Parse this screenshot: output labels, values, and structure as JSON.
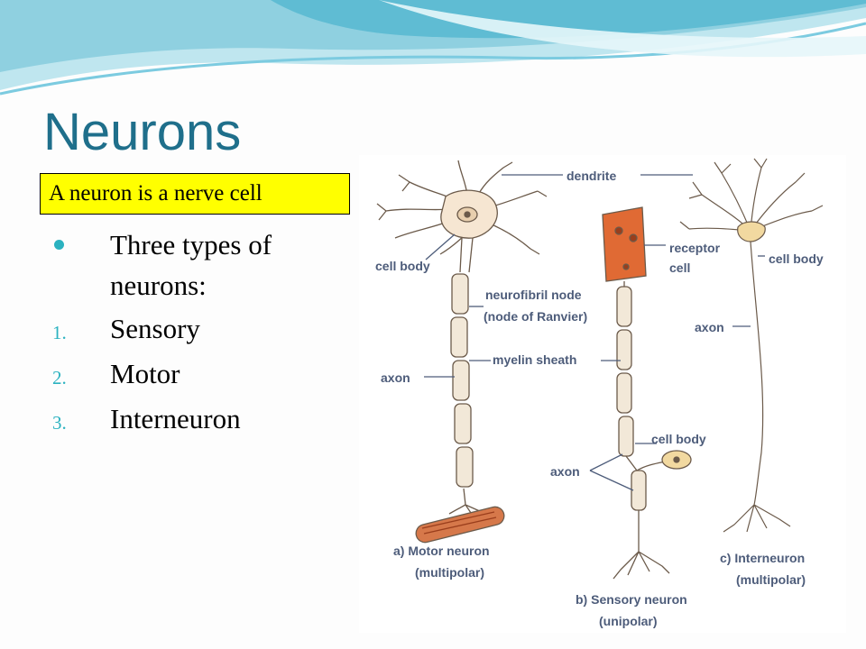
{
  "title": "Neurons",
  "subtitle": "A neuron is a nerve cell",
  "bullet": {
    "line1": "Three types of",
    "line2": "neurons:"
  },
  "list": [
    {
      "num": "1.",
      "label": "Sensory"
    },
    {
      "num": "2.",
      "label": "Motor"
    },
    {
      "num": "3.",
      "label": "Interneuron"
    }
  ],
  "diagram": {
    "labels": {
      "dendrite": "dendrite",
      "cell_body_left": "cell body",
      "receptor_1": "receptor",
      "receptor_2": "cell",
      "cell_body_right": "cell body",
      "node_1": "neurofibril node",
      "node_2": "(node of Ranvier)",
      "axon_right": "axon",
      "myelin": "myelin sheath",
      "axon_left": "axon",
      "cell_body_sensory": "cell body",
      "axon_middle": "axon",
      "motor_1": "a) Motor neuron",
      "motor_2": "(multipolar)",
      "inter_1": "c) Interneuron",
      "inter_2": "(multipolar)",
      "sensory_1": "b) Sensory neuron",
      "sensory_2": "(unipolar)"
    }
  },
  "colors": {
    "title": "#1f6f8b",
    "accent": "#2bb2c0",
    "highlight": "#ffff00",
    "label": "#4d5c7a"
  }
}
